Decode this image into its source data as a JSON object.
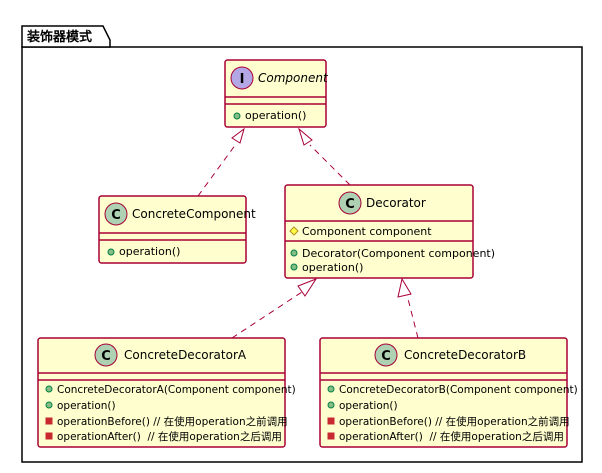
{
  "package": {
    "name": "装饰器模式"
  },
  "colors": {
    "class_fill": "#FEFECE",
    "class_border": "#A80036",
    "interface_badge": "#B4A7E5",
    "class_badge": "#ADD1B2",
    "package_fill": "#FFFFFF",
    "package_border": "#000000",
    "public_method": "#84BE84",
    "private_method": "#C82930",
    "protected_field": "#FFFF44"
  },
  "classes": {
    "component": {
      "stereotype_letter": "I",
      "name": "Component",
      "methods": [
        {
          "visibility": "public",
          "text": "operation()"
        }
      ]
    },
    "concrete_component": {
      "stereotype_letter": "C",
      "name": "ConcreteComponent",
      "methods": [
        {
          "visibility": "public",
          "text": "operation()"
        }
      ]
    },
    "decorator": {
      "stereotype_letter": "C",
      "name": "Decorator",
      "fields": [
        {
          "visibility": "protected",
          "text": "Component component"
        }
      ],
      "methods": [
        {
          "visibility": "public",
          "text": "Decorator(Component component)"
        },
        {
          "visibility": "public",
          "text": "operation()"
        }
      ]
    },
    "concrete_decorator_a": {
      "stereotype_letter": "C",
      "name": "ConcreteDecoratorA",
      "methods": [
        {
          "visibility": "public",
          "text": "ConcreteDecoratorA(Component component)"
        },
        {
          "visibility": "public",
          "text": "operation()"
        },
        {
          "visibility": "private",
          "text": "operationBefore() // 在使用operation之前调用"
        },
        {
          "visibility": "private",
          "text": "operationAfter()  // 在使用operation之后调用"
        }
      ]
    },
    "concrete_decorator_b": {
      "stereotype_letter": "C",
      "name": "ConcreteDecoratorB",
      "methods": [
        {
          "visibility": "public",
          "text": "ConcreteDecoratorB(Component component)"
        },
        {
          "visibility": "public",
          "text": "operation()"
        },
        {
          "visibility": "private",
          "text": "operationBefore() // 在使用operation之前调用"
        },
        {
          "visibility": "private",
          "text": "operationAfter()  // 在使用operation之后调用"
        }
      ]
    }
  }
}
